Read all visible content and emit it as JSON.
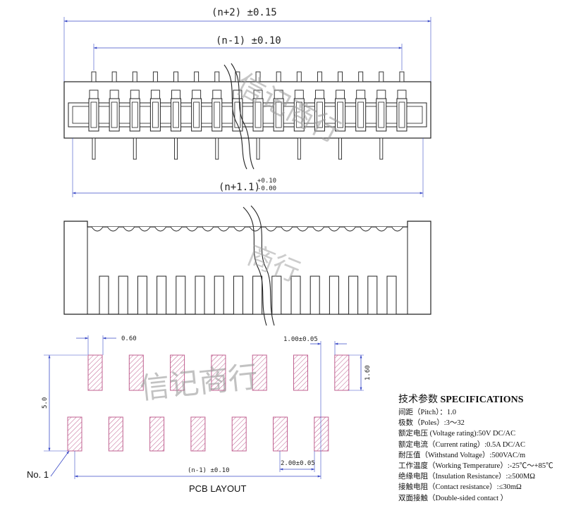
{
  "top_view": {
    "overall_dim": "(n+2) ±0.15",
    "pin_span_dim": "(n-1) ±0.10",
    "body_dim_main": "(n+1.1)",
    "body_dim_tol_upper": "+0.10",
    "body_dim_tol_lower": "-0.00"
  },
  "pcb_layout": {
    "pad_width_dim": "0.60",
    "pitch_tol_dim": "1.00±0.05",
    "pad_height_dim": "1.60",
    "row_spacing_dim": "5.0",
    "row_offset_dim": "2.00±0.05",
    "bottom_span_dim": "(n-1) ±0.10",
    "pin1_label": "No. 1",
    "title": "PCB LAYOUT"
  },
  "watermark": {
    "text": "信记商行",
    "partial_text": "商行"
  },
  "specifications": {
    "title_cn": "技术参数",
    "title_en": "SPECIFICATIONS",
    "rows": [
      "间距（Pitch）：1.0",
      "极数（Poles）:3～32",
      "额定电压 (Voltage rating):50V DC/AC",
      "额定电流（Current rating）:0.5A DC/AC",
      "耐压值（Withstand Voltage）:500VAC/m",
      "工作温度（Working Temperature）:-25℃～+85℃",
      "绝缘电阻（Insulation Resistance）:≥500MΩ",
      "接触电阻（Contact resistance）:≤30mΩ",
      "双面接触（Double-sided contact ）"
    ]
  },
  "colors": {
    "line": "#222222",
    "dim_line": "#3c4cc8",
    "pad_hatch": "#c06090",
    "watermark": "#9a9a9a"
  }
}
